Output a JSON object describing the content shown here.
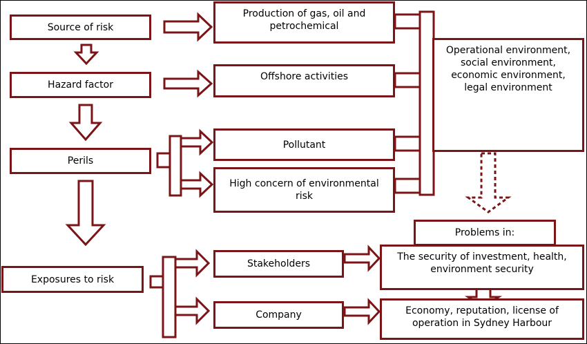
{
  "colors": {
    "accent": "#7a1416",
    "text": "#000000",
    "background": "#ffffff"
  },
  "nodes": {
    "source_of_risk": "Source of risk",
    "hazard_factor": "Hazard factor",
    "perils": "Perils",
    "exposures_to_risk": "Exposures to risk",
    "production": "Production of gas, oil and\npetrochemical",
    "offshore": "Offshore activities",
    "pollutant": "Pollutant",
    "high_concern": "High concern of environmental\nrisk",
    "environment": "Operational environment,\nsocial environment,\neconomic environment,\nlegal environment",
    "problems_in": "Problems in:",
    "security": "The security of investment, health,\nenvironment security",
    "economy": "Economy, reputation, license of\noperation in Sydney Harbour",
    "stakeholders": "Stakeholders",
    "company": "Company"
  }
}
